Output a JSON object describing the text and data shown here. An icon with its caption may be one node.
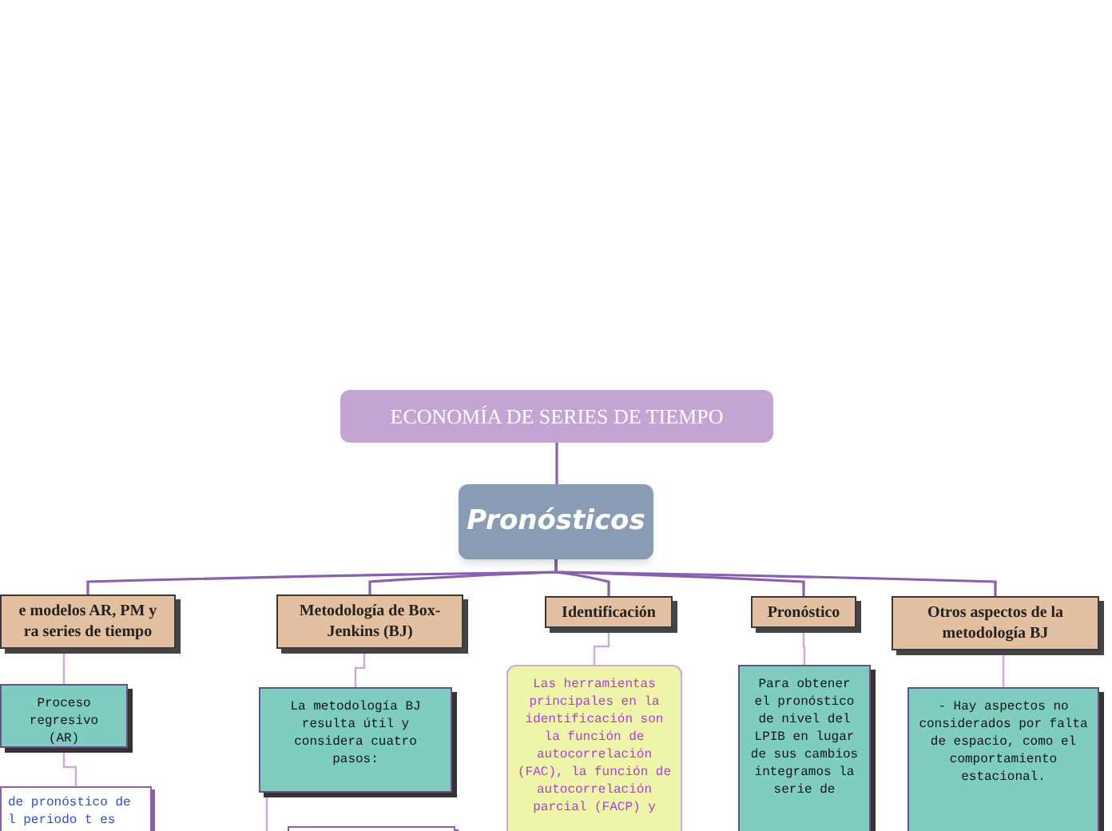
{
  "diagram": {
    "nodes": [
      {
        "text": [
          "ECONOMÍA DE SERIES DE TIEMPO"
        ]
      },
      {
        "text": [
          "Pronósticos"
        ]
      },
      {
        "text": [
          "e modelos AR, PM y ra series de tiempo"
        ]
      },
      {
        "text": [
          "Metodología de Box-Jenkins (BJ)"
        ]
      },
      {
        "text": [
          "Identificación"
        ]
      },
      {
        "text": [
          "Pronóstico"
        ]
      },
      {
        "text": [
          "Otros aspectos de la metodología BJ"
        ]
      },
      {
        "text": [
          "Proceso regresivo (AR)"
        ]
      },
      {
        "text": [
          "de pronóstico de l periodo t es"
        ]
      },
      {
        "text": [
          "La metodología BJ resulta útil y considera cuatro pasos:"
        ]
      },
      {
        "text": [],
        "shape": "box"
      },
      {
        "text": [
          "Las herramientas principales en la identificación son la función de autocorrelación (FAC), la función de autocorrelación parcial (FACP) y"
        ]
      },
      {
        "text": [
          "Para obtener el pronóstico de nivel del LPIB en lugar de sus cambios integramos la serie de"
        ]
      },
      {
        "text": [
          "- Hay aspectos no considerados por falta de espacio, como el comportamiento estacional."
        ]
      }
    ],
    "edges": [
      {
        "from": 0,
        "to": 1,
        "arrow": "none"
      },
      {
        "from": 1,
        "to": 2,
        "arrow": "none"
      },
      {
        "from": 1,
        "to": 3,
        "arrow": "none"
      },
      {
        "from": 1,
        "to": 4,
        "arrow": "none"
      },
      {
        "from": 1,
        "to": 5,
        "arrow": "none"
      },
      {
        "from": 1,
        "to": 6,
        "arrow": "none"
      },
      {
        "from": 2,
        "to": 7,
        "arrow": "none"
      },
      {
        "from": 7,
        "to": 8,
        "arrow": "none"
      },
      {
        "from": 3,
        "to": 9,
        "arrow": "none"
      },
      {
        "from": 9,
        "to": 10,
        "arrow": "none"
      },
      {
        "from": 4,
        "to": 11,
        "arrow": "none"
      },
      {
        "from": 5,
        "to": 12,
        "arrow": "none"
      },
      {
        "from": 6,
        "to": 13,
        "arrow": "none"
      }
    ]
  }
}
